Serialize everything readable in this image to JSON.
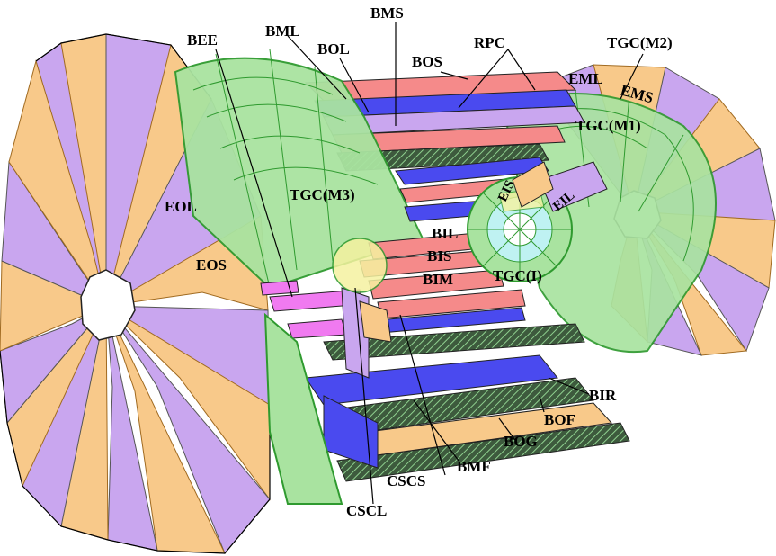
{
  "labels": {
    "bms": "BMS",
    "bee": "BEE",
    "bml": "BML",
    "bol": "BOL",
    "rpc": "RPC",
    "bos": "BOS",
    "tgc_m2": "TGC(M2)",
    "eml": "EML",
    "ems": "EMS",
    "tgc_m1": "TGC(M1)",
    "tgc_m3": "TGC(M3)",
    "eis": "EIS",
    "eil": "EIL",
    "eol": "EOL",
    "eos": "EOS",
    "bil": "BIL",
    "bis": "BIS",
    "bim": "BIM",
    "tgc_i": "TGC(I)",
    "bir": "BIR",
    "bof": "BOF",
    "bog": "BOG",
    "bmf": "BMF",
    "cscs": "CSCS",
    "cscl": "CSCL"
  },
  "colors": {
    "purple": "#c9a6ef",
    "orange": "#f8c98a",
    "green": "#a9e3a0",
    "green_edge": "#2f9a2f",
    "red": "#f58a8a",
    "blue": "#4a4aef",
    "magenta": "#f07af0",
    "dark": "#444444",
    "cyan": "#bff2f2",
    "yellow": "#f5f2a0"
  }
}
